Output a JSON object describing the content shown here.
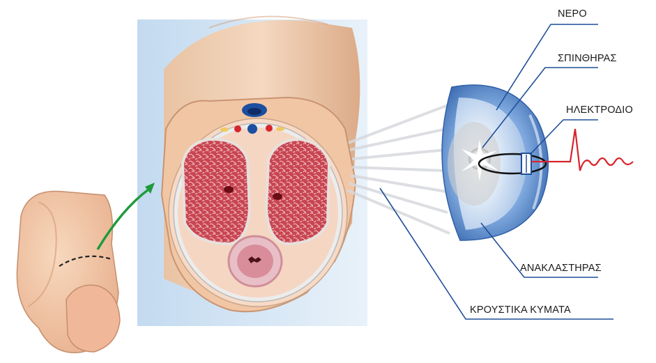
{
  "labels": {
    "water": "ΝΕΡΟ",
    "spark": "ΣΠΙΝΘΗΡΑΣ",
    "electrode": "ΗΛΕΚΤΡΟΔΙΟ",
    "reflector": "ΑΝΑΚΛΑΣΤΗΡΑΣ",
    "shockwaves": "ΚΡΟΥΣΤΙΚΑ ΚΥΜΑΤΑ"
  },
  "colors": {
    "leader_line": "#1f4f9a",
    "reflector_blue": "#3f78c4",
    "pulse_red": "#d8232a",
    "arrow_green": "#1f9a3c",
    "tissue_red": "#c94a55",
    "skin": "#f2c7a6"
  },
  "icons": {
    "arrow": "green-curved-arrow-icon",
    "spark": "spark-icon",
    "pulse": "shockwave-pulse-icon"
  }
}
